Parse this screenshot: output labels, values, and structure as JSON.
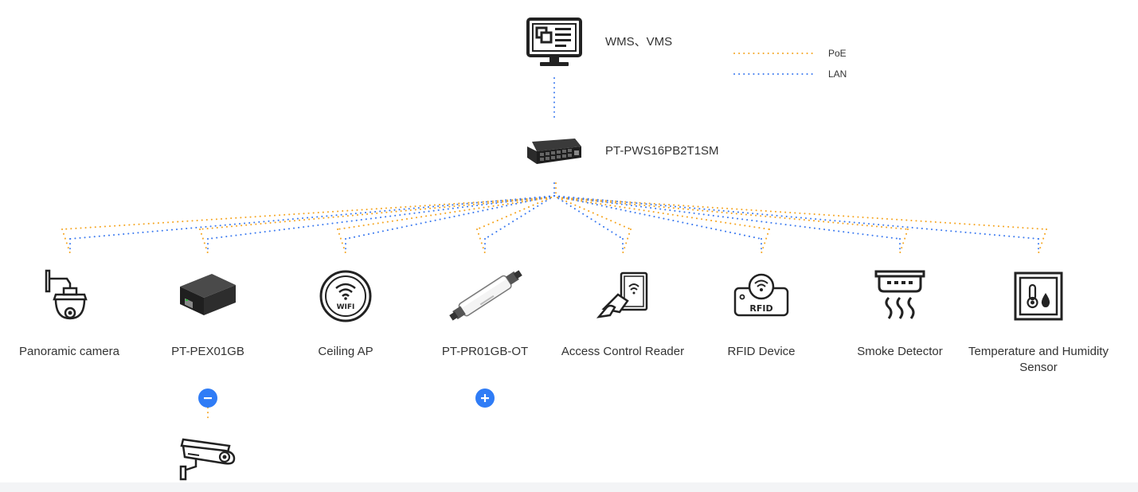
{
  "colors": {
    "poe": "#f5a623",
    "lan": "#3d7bf0",
    "accent": "#2f7cf6"
  },
  "legend": {
    "poe_label": "PoE",
    "lan_label": "LAN"
  },
  "server": {
    "label": "WMS、VMS",
    "icon": "monitor-icon"
  },
  "switch": {
    "label": "PT-PWS16PB2T1SM",
    "icon": "poe-switch-icon"
  },
  "devices": [
    {
      "label": "Panoramic camera",
      "icon": "ptz-camera-icon"
    },
    {
      "label": "PT-PEX01GB",
      "icon": "poe-extender-icon"
    },
    {
      "label": "Ceiling AP",
      "icon": "wifi-ap-icon"
    },
    {
      "label": "PT-PR01GB-OT",
      "icon": "poe-repeater-icon"
    },
    {
      "label": "Access Control Reader",
      "icon": "card-reader-icon"
    },
    {
      "label": "RFID Device",
      "icon": "rfid-icon"
    },
    {
      "label": "Smoke Detector",
      "icon": "smoke-detector-icon"
    },
    {
      "label": "Temperature and Humidity Sensor",
      "icon": "temp-humidity-icon"
    }
  ],
  "expanded_child": {
    "icon": "bullet-camera-icon"
  },
  "toggles": {
    "collapse_symbol": "−",
    "expand_symbol": "+"
  }
}
